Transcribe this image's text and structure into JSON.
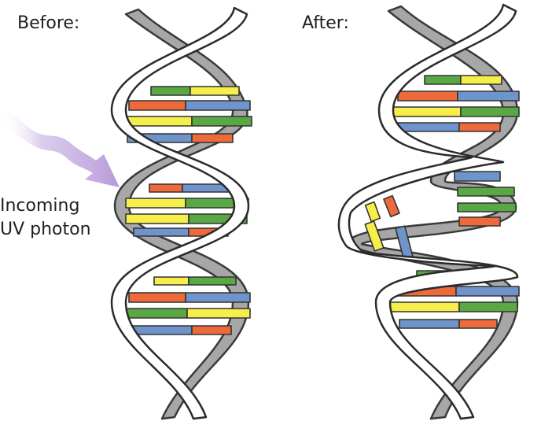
{
  "labels": {
    "before": "Before:",
    "after": "After:",
    "photon_line1": "Incoming",
    "photon_line2": "UV photon"
  },
  "colors": {
    "background": "#ffffff",
    "backbone_front": "#ffffff",
    "backbone_back": "#a7a7a7",
    "outline": "#2b2b2b",
    "photon_arrow": "#b79ad8",
    "base_yellow": "#f6ee4a",
    "base_green": "#5aa843",
    "base_red": "#ee6a3a",
    "base_blue": "#6f94cc"
  },
  "icons": {
    "photon": "uv-photon-arrow",
    "helix": "dna-double-helix",
    "damage": "thymine-dimer-break"
  }
}
